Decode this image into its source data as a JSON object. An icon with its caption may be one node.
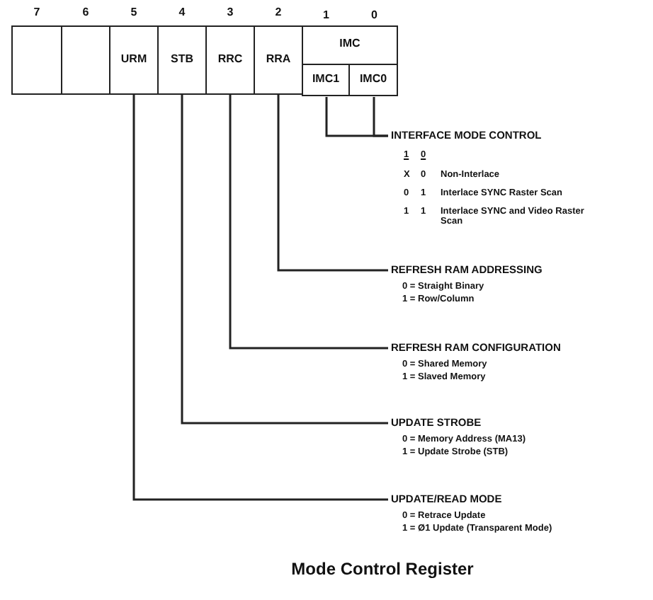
{
  "diagram": {
    "title": "Mode Control Register",
    "nodes": [
      {
        "text": [],
        "shape": "box",
        "beside": [
          "7"
        ]
      },
      {
        "text": [],
        "shape": "box",
        "beside": [
          "6"
        ]
      },
      {
        "text": [
          "URM"
        ],
        "beside": [
          "5"
        ]
      },
      {
        "text": [
          "STB"
        ],
        "beside": [
          "4"
        ]
      },
      {
        "text": [
          "RRC"
        ],
        "beside": [
          "3"
        ]
      },
      {
        "text": [
          "RRA"
        ],
        "beside": [
          "2"
        ]
      },
      {
        "text": [
          "IMC"
        ]
      },
      {
        "text": [
          "IMC1"
        ],
        "in": 6
      },
      {
        "text": [
          "IMC0"
        ],
        "in": 6
      },
      {
        "text": [
          "INTERFACE MODE CONTROL"
        ]
      },
      {
        "text": [
          "REFRESH RAM ADDRESSING",
          "0 = Straight Binary",
          "1 = Row/Column"
        ]
      },
      {
        "text": [
          "REFRESH RAM CONFIGURATION",
          "0 = Shared Memory",
          "1 = Slaved Memory"
        ]
      },
      {
        "text": [
          "UPDATE STROBE",
          "0 = Memory Address (MA13)",
          "1 = Update Strobe (STB)"
        ]
      },
      {
        "text": [
          "UPDATE/READ MODE",
          "0 = Retrace Update",
          "1 = Ø1 Update (Transparent Mode)"
        ]
      }
    ],
    "edges": [
      {
        "from": 7,
        "to": 9,
        "arrow": "none"
      },
      {
        "from": 8,
        "to": 9,
        "arrow": "none"
      },
      {
        "from": 5,
        "to": 10,
        "arrow": "none"
      },
      {
        "from": 4,
        "to": 11,
        "arrow": "none"
      },
      {
        "from": 3,
        "to": 12,
        "arrow": "none"
      },
      {
        "from": 2,
        "to": 13,
        "arrow": "none"
      }
    ],
    "labels": [
      "1",
      "0",
      "1",
      "0",
      "X",
      "0",
      "Non-Interlace",
      "0",
      "1",
      "Interlace SYNC Raster Scan",
      "1",
      "1",
      "Interlace SYNC and Video Raster Scan"
    ]
  }
}
